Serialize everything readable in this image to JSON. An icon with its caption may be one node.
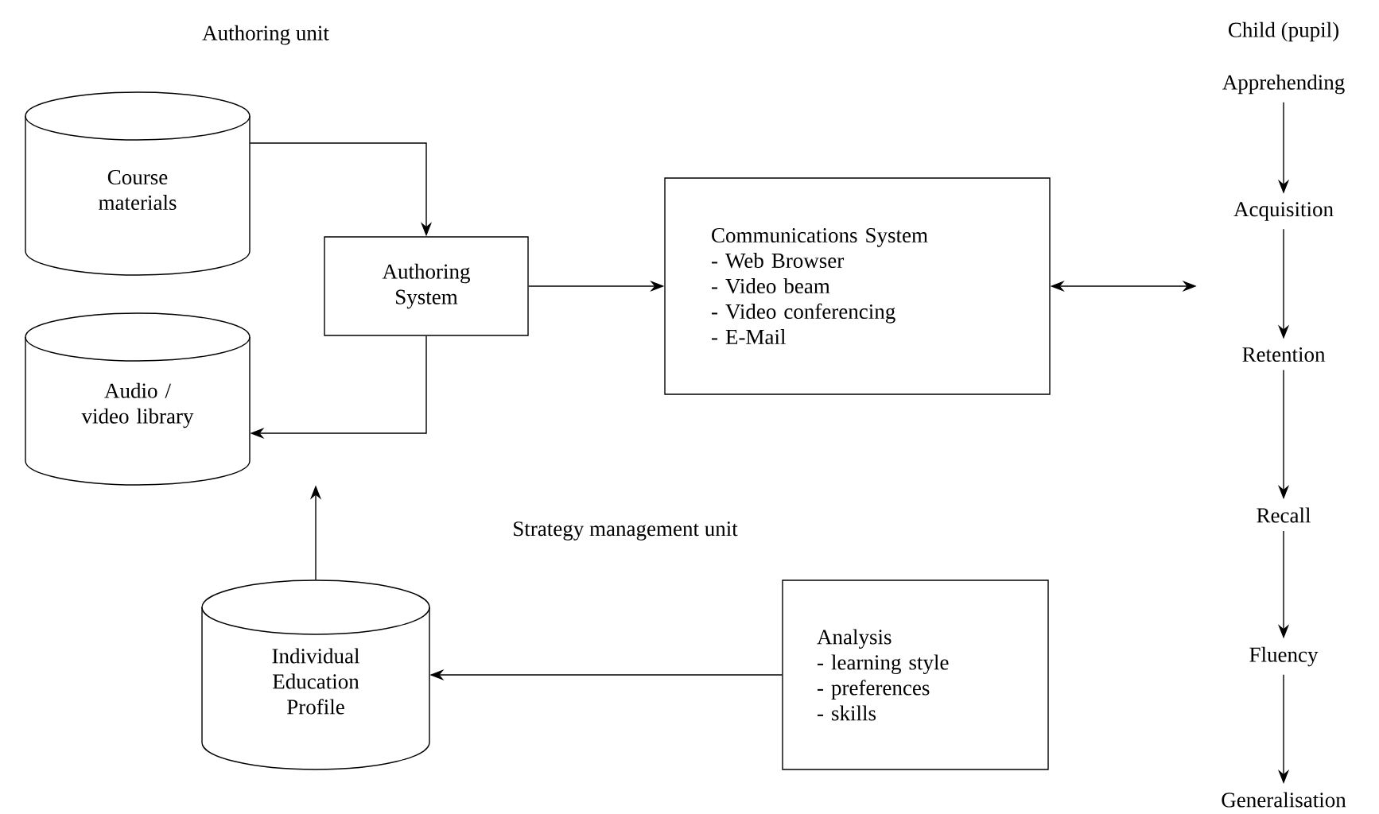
{
  "diagram": {
    "nodes": [
      {
        "text": [
          "Course materials"
        ]
      },
      {
        "text": [
          "Audio / video library"
        ]
      },
      {
        "text": [
          "Authoring System"
        ]
      },
      {
        "text": [
          "Communications System",
          "- Web Browser",
          "- Video beam",
          "- Video conferencing",
          "- E-Mail"
        ]
      },
      {
        "text": [
          "Individual Education Profile"
        ]
      },
      {
        "text": [
          "Analysis",
          "- learning style",
          "- preferences",
          "- skills"
        ]
      },
      {
        "text": [
          "Apprehending"
        ]
      },
      {
        "text": [
          "Acquisition"
        ]
      },
      {
        "text": [
          "Retention"
        ]
      },
      {
        "text": [
          "Recall"
        ]
      },
      {
        "text": [
          "Fluency"
        ]
      },
      {
        "text": [
          "Generalisation"
        ]
      }
    ],
    "edges": [
      {
        "from": 0,
        "to": 2,
        "arrow": "to"
      },
      {
        "from": 2,
        "to": 1,
        "arrow": "to"
      },
      {
        "from": 2,
        "to": 3,
        "arrow": "to"
      },
      {
        "from": 3,
        "to": null,
        "arrow": "both"
      },
      {
        "from": 4,
        "to": 1,
        "arrow": "to"
      },
      {
        "from": 5,
        "to": 4,
        "arrow": "to"
      },
      {
        "from": 6,
        "to": 7,
        "arrow": "to"
      },
      {
        "from": 7,
        "to": 8,
        "arrow": "to"
      },
      {
        "from": 8,
        "to": 9,
        "arrow": "to"
      },
      {
        "from": 9,
        "to": 10,
        "arrow": "to"
      },
      {
        "from": 10,
        "to": 11,
        "arrow": "to"
      }
    ],
    "labels": [
      "Authoring unit",
      "Child (pupil)",
      "Strategy management unit"
    ]
  }
}
